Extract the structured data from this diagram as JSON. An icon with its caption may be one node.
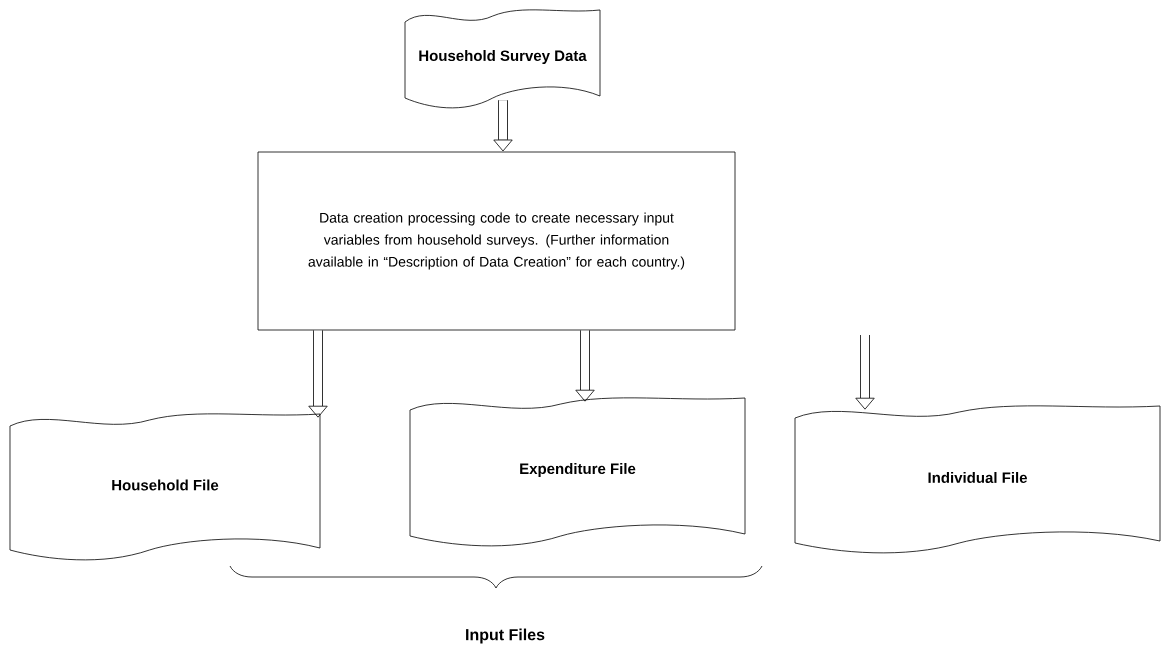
{
  "diagram": {
    "nodes": [
      {
        "text": [
          "Household Survey Data"
        ]
      },
      {
        "text": [
          "Data creation processing code to create necessary input variables from household surveys. (Further information available in “Description of Data Creation” for each country.)"
        ]
      },
      {
        "text": [
          "Household File"
        ]
      },
      {
        "text": [
          "Expenditure File"
        ]
      },
      {
        "text": [
          "Individual File"
        ]
      }
    ],
    "edges": [
      {
        "from": 0,
        "to": 1,
        "arrow": "to"
      },
      {
        "from": 1,
        "to": 2,
        "arrow": "to"
      },
      {
        "from": 1,
        "to": 3,
        "arrow": "to"
      },
      {
        "from": null,
        "to": 4,
        "arrow": "to"
      }
    ],
    "labels": [
      "Input Files"
    ]
  }
}
